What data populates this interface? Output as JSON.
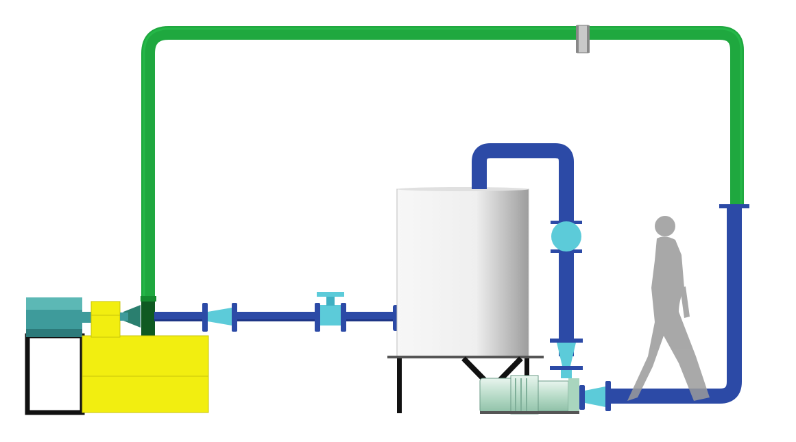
{
  "diagram": {
    "kind": "piping-schematic",
    "components": [
      {
        "id": "pump-skid",
        "icon": "pump-skid"
      },
      {
        "id": "tank",
        "icon": "vertical-tank"
      },
      {
        "id": "centrifugal-pump",
        "icon": "motor-pump"
      },
      {
        "id": "gate-valve",
        "icon": "valve"
      },
      {
        "id": "sight-glass",
        "icon": "round-flange-window"
      },
      {
        "id": "human-scale",
        "icon": "walking-person-silhouette"
      }
    ],
    "lines": [
      {
        "id": "return-line",
        "color": "#1fa83f"
      },
      {
        "id": "suction-line",
        "color": "#2c4aa6"
      }
    ],
    "colors": {
      "green_pipe": "#1fa83f",
      "green_pipe_dark": "#158a2f",
      "blue_pipe": "#2c4aa6",
      "blue_pipe_dark": "#1e3585",
      "fitting_cyan": "#5ccbd9",
      "skid_yellow": "#f2ee10",
      "motor_teal": "#3e9b9b",
      "frame_black": "#111111",
      "tank_white": "#f4f4f4",
      "person_gray": "#a9a9a9"
    }
  }
}
